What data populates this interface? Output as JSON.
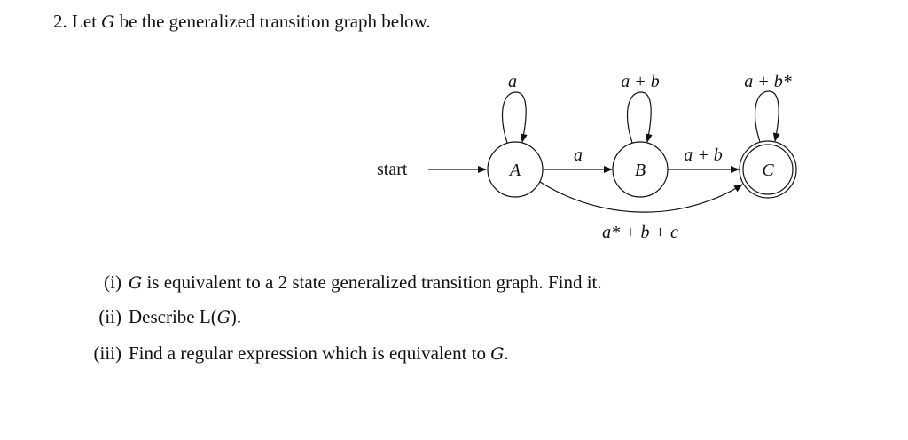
{
  "problem": {
    "number": "2.",
    "prefix": "Let",
    "symbol": "G",
    "suffix": "be the generalized transition graph below."
  },
  "diagram": {
    "start_label": "start",
    "states": [
      {
        "name": "A",
        "accepting": false,
        "start": true
      },
      {
        "name": "B",
        "accepting": false
      },
      {
        "name": "C",
        "accepting": true
      }
    ],
    "loops": {
      "A": "a",
      "B": "a + b",
      "C": "a + b*"
    },
    "edges": [
      {
        "from": "A",
        "to": "B",
        "label": "a"
      },
      {
        "from": "B",
        "to": "C",
        "label": "a + b"
      },
      {
        "from": "A",
        "to": "C",
        "label": "a* + b + c"
      }
    ]
  },
  "parts": [
    {
      "label": "(i)",
      "symbol": "G",
      "text": "is equivalent to a 2 state generalized transition graph. Find it."
    },
    {
      "label": "(ii)",
      "text_before": "Describe L(",
      "symbol": "G",
      "text_after": ")."
    },
    {
      "label": "(iii)",
      "text": "Find a regular expression which is equivalent to",
      "symbol": "G",
      "end": "."
    }
  ]
}
